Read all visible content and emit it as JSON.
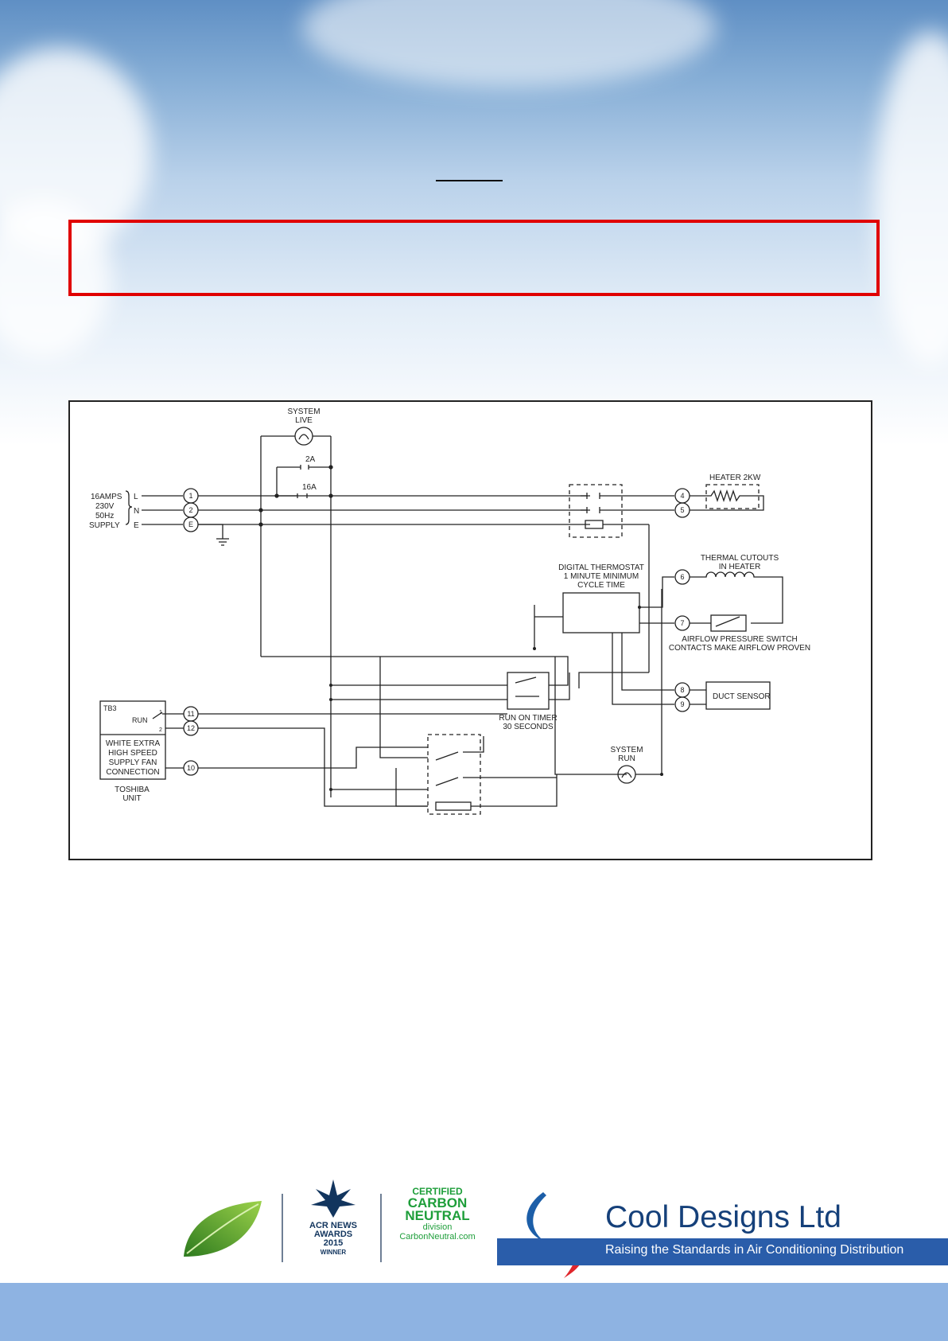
{
  "diagram": {
    "supply_labels": [
      "16AMPS",
      "230V",
      "50Hz",
      "SUPPLY"
    ],
    "line_letters": [
      "L",
      "N",
      "E"
    ],
    "terminals": {
      "t1": "1",
      "t2": "2",
      "tE": "E",
      "t4": "4",
      "t5": "5",
      "t6": "6",
      "t7": "7",
      "t8": "8",
      "t9": "9",
      "t10": "10",
      "t11": "11",
      "t12": "12"
    },
    "system_live": [
      "SYSTEM",
      "LIVE"
    ],
    "fuse_2a": "2A",
    "fuse_16a": "16A",
    "heater": "HEATER 2KW",
    "thermostat": [
      "DIGITAL THERMOSTAT",
      "1 MINUTE MINIMUM",
      "CYCLE TIME"
    ],
    "thermal_cutouts": [
      "THERMAL CUTOUTS",
      "IN HEATER"
    ],
    "airflow_switch": [
      "AIRFLOW PRESSURE SWITCH",
      "CONTACTS MAKE AIRFLOW PROVEN"
    ],
    "duct_sensor": "DUCT SENSOR",
    "run_on_timer": [
      "RUN ON TIMER",
      "30 SECONDS"
    ],
    "system_run": [
      "SYSTEM",
      "RUN"
    ],
    "tb3": "TB3",
    "run": "RUN",
    "pin1": "1",
    "pin2": "2",
    "fan_connection": [
      "WHITE EXTRA",
      "HIGH SPEED",
      "SUPPLY FAN",
      "CONNECTION"
    ],
    "toshiba": [
      "TOSHIBA",
      "UNIT"
    ]
  },
  "logos": {
    "acr": [
      "ACR NEWS",
      "AWARDS",
      "2015",
      "WINNER"
    ],
    "carbon": [
      "CERTIFIED",
      "CARBON",
      "NEUTRAL",
      "division",
      "CarbonNeutral.com"
    ],
    "company_name": "Cool Designs Ltd",
    "tagline": "Raising the Standards in Air Conditioning Distribution"
  },
  "colors": {
    "warning_border": "#e00000",
    "brand_blue": "#2a5daa",
    "footer_band": "#8eb3e2"
  }
}
